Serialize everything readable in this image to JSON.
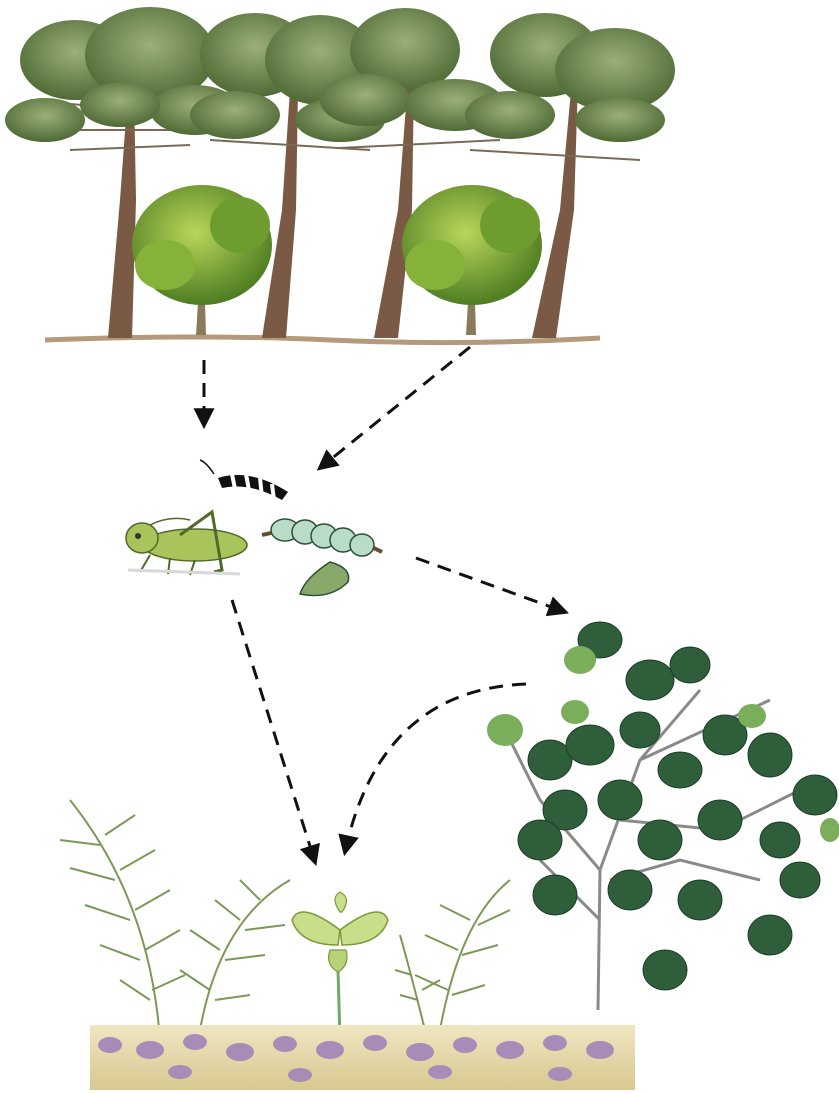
{
  "diagram": {
    "type": "ecological interaction diagram",
    "nodes": [
      {
        "id": "forest-canopy",
        "name": "araucaria-and-broadleaf-forest",
        "icon": "forest-illustration"
      },
      {
        "id": "insects",
        "name": "herbivorous-insects",
        "icon": "insect-illustration",
        "members": [
          "black-white-caterpillar",
          "grasshopper",
          "green-caterpillar"
        ]
      },
      {
        "id": "shrub",
        "name": "leafy-shrub",
        "icon": "shrub-illustration"
      },
      {
        "id": "understory",
        "name": "understory-ferns-and-seedling",
        "icon": "understory-illustration"
      }
    ],
    "edges": [
      {
        "from": "forest-canopy",
        "to": "insects",
        "style": "dashed"
      },
      {
        "from": "forest-canopy",
        "to": "insects",
        "style": "dashed"
      },
      {
        "from": "insects",
        "to": "understory",
        "style": "dashed"
      },
      {
        "from": "insects",
        "to": "shrub",
        "style": "dashed"
      },
      {
        "from": "shrub",
        "to": "understory",
        "style": "dashed"
      }
    ]
  },
  "colors": {
    "araucaria_foliage": "#6f8a4a",
    "trunk": "#7a5a44",
    "broadleaf": "#7fa53a",
    "grasshopper": "#a9c45a",
    "caterpillar_green": "#b9dcc8",
    "shrub_leaf": "#2f5e3a",
    "fern": "#7a9a55",
    "heather": "#a88cb8",
    "ground": "#e6dcb5",
    "arrow": "#111111"
  }
}
